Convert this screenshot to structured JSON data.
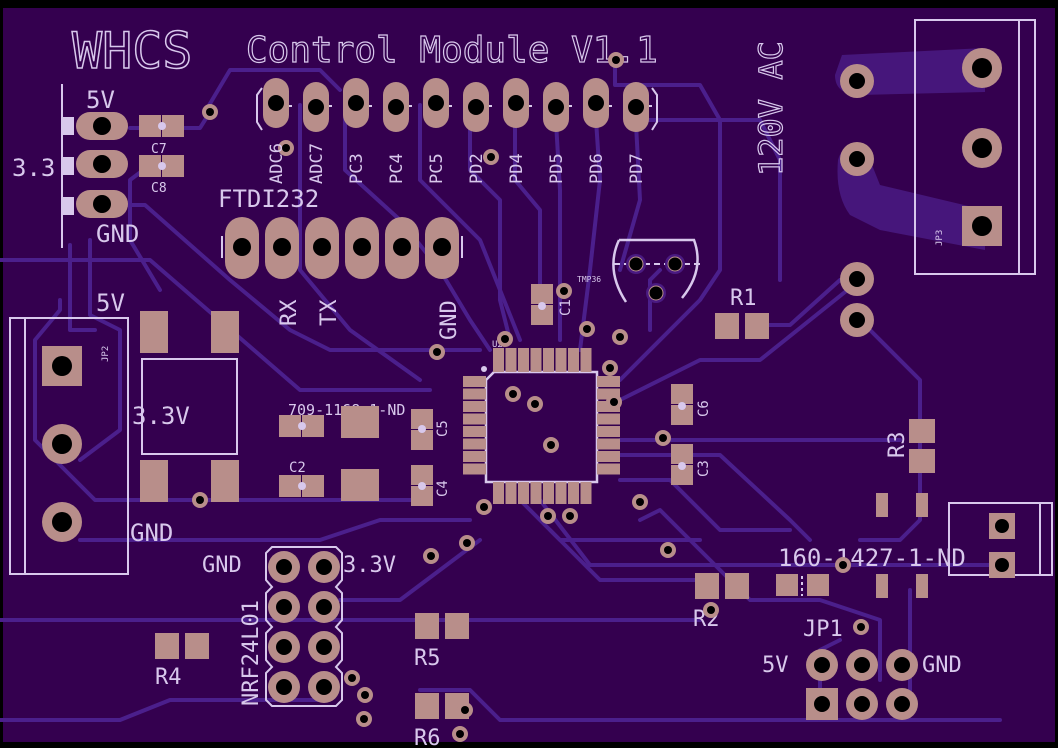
{
  "board": {
    "title": "WHCS",
    "subtitle": "Control Module V1.1",
    "colors": {
      "background": "#34004f",
      "outline": "#000000",
      "copper_pad": "#b88e8a",
      "silkscreen": "#d8c8ec",
      "trace": "#4b1f8c",
      "drill": "#000000"
    }
  },
  "labels": {
    "power_header": {
      "top": "5V",
      "middle": "3.3",
      "bottom": "GND"
    },
    "caps_top": [
      "C7",
      "C8"
    ],
    "gpio_header": {
      "pins": [
        "ADC6",
        "ADC7",
        "PC3",
        "PC4",
        "PC5",
        "PD2",
        "PD4",
        "PD5",
        "PD6",
        "PD7"
      ]
    },
    "ftdi": {
      "title": "FTDI232",
      "rx": "RX",
      "tx": "TX",
      "gnd": "GND"
    },
    "ac": {
      "label": "120V AC",
      "connector": "JP3"
    },
    "jp2": {
      "connector": "JP2",
      "top": "5V",
      "bottom": "GND"
    },
    "regulator": {
      "label": "3.3V"
    },
    "inductor": {
      "part": "709-1168-1-ND"
    },
    "caps_mid": [
      "C1",
      "C2",
      "C3",
      "C4",
      "C5",
      "C6"
    ],
    "mcu": {
      "ref": "U2"
    },
    "sensor": {
      "ref": "TMP36"
    },
    "resistors": [
      "R1",
      "R2",
      "R3",
      "R4",
      "R5",
      "R6"
    ],
    "nrf": {
      "title": "NRF24L01",
      "gnd": "GND",
      "vcc": "3.3V"
    },
    "relay": {
      "part": "160-1427-1-ND"
    },
    "jp1": {
      "ref": "JP1",
      "left": "5V",
      "right": "GND"
    }
  }
}
